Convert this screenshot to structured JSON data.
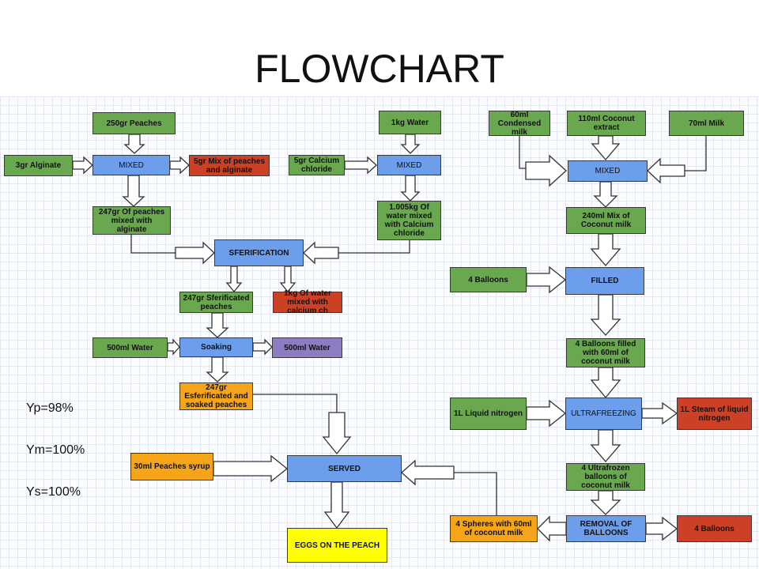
{
  "title": "FLOWCHART",
  "yields": {
    "yp": "Yp=98%",
    "ym": "Ym=100%",
    "ys": "Ys=100%"
  },
  "nodes": {
    "peaches_250": "250gr Peaches",
    "alginate_3": "3gr Alginate",
    "mixed_1": "MIXED",
    "mix_peach_alginate_5": "5gr Mix of peaches and alginate",
    "peaches_alginate_247": "247gr Of peaches mixed with alginate",
    "water_1kg": "1kg Water",
    "calcium_5": "5gr Calcium chloride",
    "mixed_2": "MIXED",
    "water_calcium_1005": "1.005kg Of water mixed with Calcium chloride",
    "sferification": "SFERIFICATION",
    "sferificated_247": "247gr Sferificated peaches",
    "water_calcium_1kg": "1kg Of water mixed with calcium ch",
    "water_500_in": "500ml Water",
    "soaking": "Soaking",
    "water_500_out": "500ml Water",
    "esferificated_247": "247gr Esferificated and soaked peaches",
    "peach_syrup": "30ml Peaches syrup",
    "served": "SERVED",
    "eggs": "EGGS ON THE PEACH",
    "condensed_milk": "60ml Condensed milk",
    "coconut_extract": "110ml Coconut extract",
    "milk_70": "70ml Milk",
    "mixed_3": "MIXED",
    "coconut_mix_240": "240ml Mix of Coconut milk",
    "balloons_in": "4 Balloons",
    "filled": "FILLED",
    "balloons_filled": "4 Balloons filled with 60ml of coconut milk",
    "liquid_nitrogen": "1L Liquid nitrogen",
    "ultrafreezing": "ULTRAFREEZING",
    "nitrogen_steam": "1L Steam of liquid nitrogen",
    "ultrafrozen": "4 Ultrafrozen balloons of coconut milk",
    "removal": "REMOVAL OF BALLOONS",
    "balloons_out": "4 Balloons",
    "spheres": "4 Spheres with 60ml of coconut milk"
  },
  "colors": {
    "input": "#6aa84f",
    "process": "#6d9eeb",
    "waste": "#cc4125",
    "intermediate": "#f6a519",
    "water_out": "#8e7cc3",
    "final": "#ffff00"
  }
}
